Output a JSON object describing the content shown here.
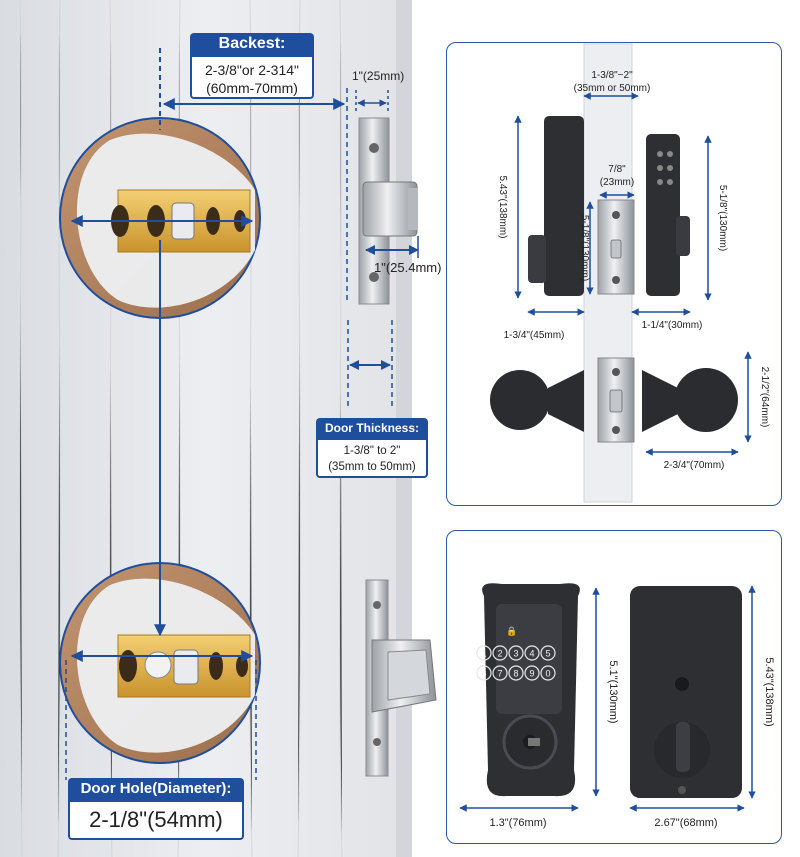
{
  "backset": {
    "title": "Backest:",
    "line1": "2-3/8\"or 2-314\"",
    "line2": "(60mm-70mm)"
  },
  "faceplate_width": "1\"(25mm)",
  "bolt_throw": "1\"(25.4mm)",
  "door_thickness": {
    "title": "Door Thickness:",
    "line1": "1-3/8\" to 2\"",
    "line2": "(35mm to 50mm)"
  },
  "door_hole": {
    "title": "Door Hole(Diameter):",
    "value": "2-1/8\"(54mm)"
  },
  "panel_side": {
    "door_range_top": "1-3/8\"~2\"",
    "door_range_bottom": "(35mm or 50mm)",
    "interior_height": "5.43\"(138mm)",
    "exterior_height": "5-1/8\"(130mm)",
    "plate_width_top": "7/8\"",
    "plate_width_bottom": "(23mm)",
    "plate_height": "5-1/8\"(130mm)",
    "interior_depth": "1-3/4\"(45mm)",
    "exterior_depth": "1-1/4\"(30mm)",
    "knob_diameter": "2-1/2\"(64mm)",
    "knob_projection": "2-3/4\"(70mm)"
  },
  "panel_front": {
    "keypad_keys": [
      "1",
      "2",
      "3",
      "4",
      "5",
      "6",
      "7",
      "8",
      "9",
      "0"
    ],
    "keypad_height": "5.1\"(130mm)",
    "keypad_width": "1.3\"(76mm)",
    "interior_height": "5.43\"(138mm)",
    "interior_width": "2.67\"(68mm)"
  },
  "colors": {
    "accent": "#1f4e9c",
    "dimension_line": "#1f4e9c",
    "door_panel": "#e4e6ea",
    "wood": "#b48561",
    "brass": "#e5b34a",
    "lock_black": "#2e2f33",
    "steel": "#c9ccd1"
  }
}
